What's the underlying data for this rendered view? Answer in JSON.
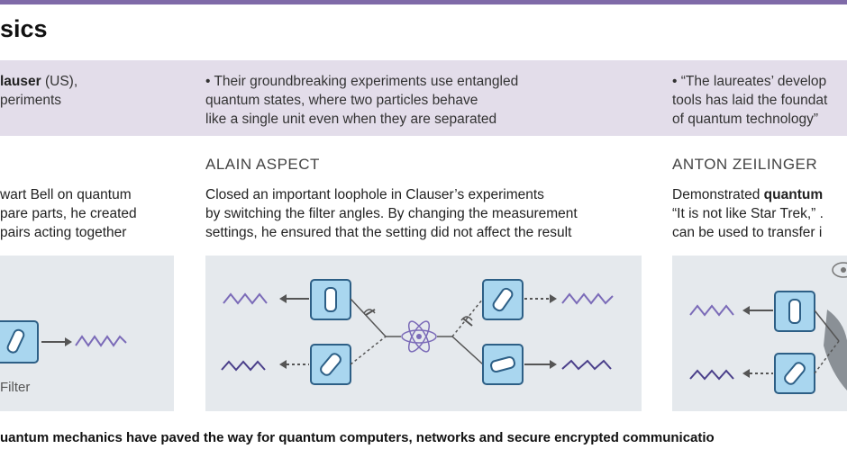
{
  "title": "sics",
  "band": {
    "col1": {
      "bold": "lauser",
      "rest": " (US),",
      "line2": "periments"
    },
    "col2": {
      "line1": "• Their groundbreaking experiments use entangled",
      "line2": "quantum states, where two particles behave",
      "line3": "like a single unit even when they are separated"
    },
    "col3": {
      "line1": "• “The laureates’ develop",
      "line2": "tools has laid the foundat",
      "line3": "of quantum technology”"
    }
  },
  "col1": {
    "desc": {
      "line1": "wart Bell on quantum",
      "line2": "pare parts, he created",
      "line3": "pairs acting together"
    },
    "filter_label": "Filter"
  },
  "col2": {
    "name": "ALAIN ASPECT",
    "desc": {
      "line1": "Closed an important loophole in Clauser’s experiments",
      "line2": "by switching the filter angles. By changing the measurement",
      "line3": "settings, he ensured that the setting did not affect the result"
    }
  },
  "col3": {
    "name": "ANTON ZEILINGER",
    "desc": {
      "line1_plain": "Demonstrated ",
      "line1_bold": "quantum",
      "line2": "“It is not like Star Trek,” .",
      "line3": "can be used to transfer i"
    }
  },
  "footer": "uantum mechanics have paved the way for quantum computers, networks and secure encrypted communicatio",
  "colors": {
    "accent": "#7f6aa8",
    "band": "#e3ddea",
    "panel": "#e5e9ed",
    "filter": "#a9d6ef",
    "filter_border": "#2d5f86",
    "wave": "#7b6bb8"
  }
}
